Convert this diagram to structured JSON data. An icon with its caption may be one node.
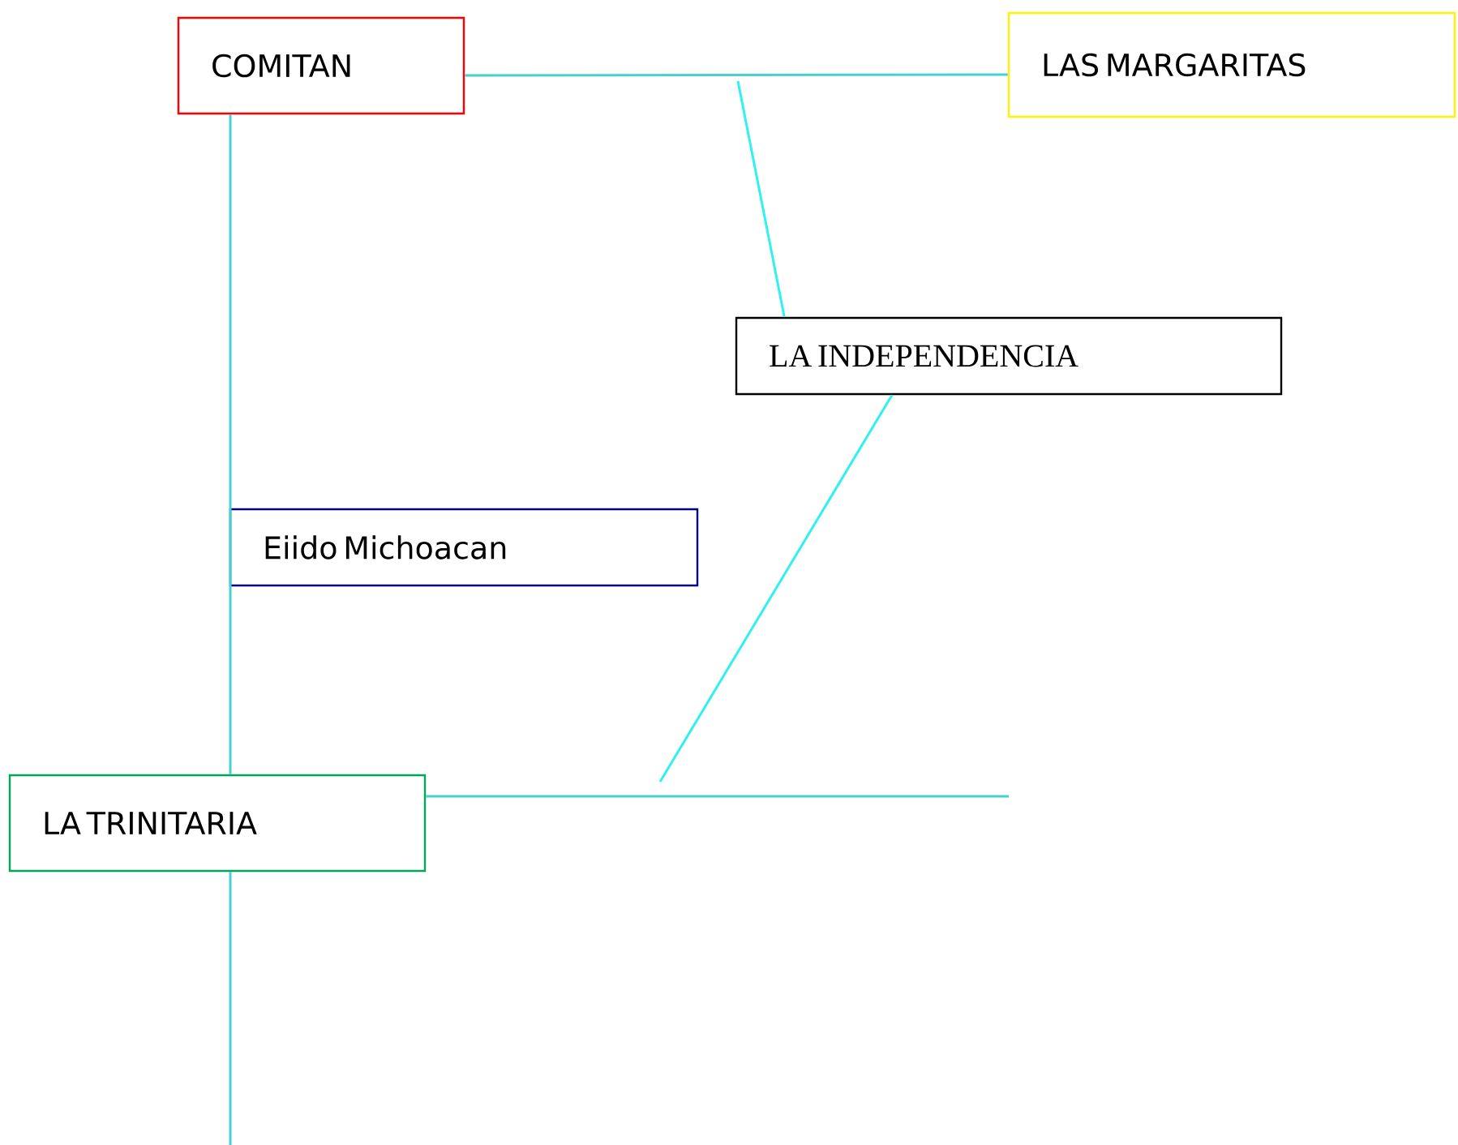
{
  "diagram": {
    "nodes": [
      {
        "text": [
          "COMITAN"
        ]
      },
      {
        "text": [
          "LAS MARGARITAS"
        ]
      },
      {
        "text": [
          "LA INDEPENDENCIA"
        ]
      },
      {
        "text": [
          "Eiido Michoacan"
        ]
      },
      {
        "text": [
          "LA TRINITARIA"
        ]
      }
    ],
    "edges": [
      {
        "from": 0,
        "to": 1,
        "arrow": "none"
      },
      {
        "from": 0,
        "to": 4,
        "arrow": "none"
      },
      {
        "from": 4,
        "to": null,
        "arrow": "none"
      },
      {
        "from": 4,
        "to": null,
        "arrow": "none"
      },
      {
        "from": 2,
        "to": null,
        "arrow": "none",
        "color": "#30f0f0"
      },
      {
        "from": null,
        "to": 2,
        "arrow": "none",
        "color": "#30f0f0"
      }
    ]
  }
}
